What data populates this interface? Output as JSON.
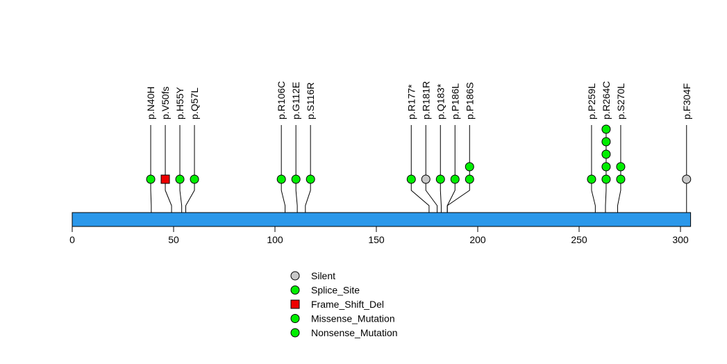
{
  "chart_data": {
    "type": "lollipop",
    "title": "",
    "xlabel": "",
    "ylabel": "",
    "xlim": [
      0,
      305
    ],
    "x_ticks": [
      0,
      50,
      100,
      150,
      200,
      250,
      300
    ],
    "protein_length": 305,
    "domain_color": "#2b98ea",
    "mutation_types": {
      "Silent": "#c8c8c8",
      "Splice_Site": "#00ee00",
      "Frame_Shift_Del": "#ee0000",
      "Missense_Mutation": "#00ee00",
      "Nonsense_Mutation": "#00ee00"
    },
    "mutations": [
      {
        "label": "p.N40H",
        "position": 39,
        "count": 1,
        "type": "Missense_Mutation",
        "shape": "circle"
      },
      {
        "label": "p.V50fs",
        "position": 49,
        "count": 1,
        "type": "Frame_Shift_Del",
        "shape": "square"
      },
      {
        "label": "p.H55Y",
        "position": 54,
        "count": 1,
        "type": "Missense_Mutation",
        "shape": "circle"
      },
      {
        "label": "p.Q57L",
        "position": 56,
        "count": 1,
        "type": "Missense_Mutation",
        "shape": "circle"
      },
      {
        "label": "p.R106C",
        "position": 105,
        "count": 1,
        "type": "Missense_Mutation",
        "shape": "circle"
      },
      {
        "label": "p.G112E",
        "position": 111,
        "count": 1,
        "type": "Missense_Mutation",
        "shape": "circle"
      },
      {
        "label": "p.S116R",
        "position": 115,
        "count": 1,
        "type": "Missense_Mutation",
        "shape": "circle"
      },
      {
        "label": "p.R177*",
        "position": 176,
        "count": 1,
        "type": "Nonsense_Mutation",
        "shape": "circle"
      },
      {
        "label": "p.R181R",
        "position": 180,
        "count": 1,
        "type": "Silent",
        "shape": "circle"
      },
      {
        "label": "p.Q183*",
        "position": 182,
        "count": 1,
        "type": "Nonsense_Mutation",
        "shape": "circle"
      },
      {
        "label": "p.P186L",
        "position": 185,
        "count": 1,
        "type": "Missense_Mutation",
        "shape": "circle"
      },
      {
        "label": "p.P186S",
        "position": 185,
        "count": 2,
        "type": "Missense_Mutation",
        "shape": "circle"
      },
      {
        "label": "p.P259L",
        "position": 258,
        "count": 1,
        "type": "Missense_Mutation",
        "shape": "circle"
      },
      {
        "label": "p.R264C",
        "position": 263,
        "count": 5,
        "type": "Missense_Mutation",
        "shape": "circle"
      },
      {
        "label": "p.S270L",
        "position": 269,
        "count": 2,
        "type": "Missense_Mutation",
        "shape": "circle"
      },
      {
        "label": "p.F304F",
        "position": 303,
        "count": 1,
        "type": "Silent",
        "shape": "circle"
      }
    ],
    "legend": {
      "placement": "bottom-center",
      "entries": [
        {
          "label": "Silent",
          "color": "#c8c8c8",
          "shape": "circle"
        },
        {
          "label": "Splice_Site",
          "color": "#00ee00",
          "shape": "circle"
        },
        {
          "label": "Frame_Shift_Del",
          "color": "#ee0000",
          "shape": "square"
        },
        {
          "label": "Missense_Mutation",
          "color": "#00ee00",
          "shape": "circle"
        },
        {
          "label": "Nonsense_Mutation",
          "color": "#00ee00",
          "shape": "circle"
        }
      ]
    }
  }
}
